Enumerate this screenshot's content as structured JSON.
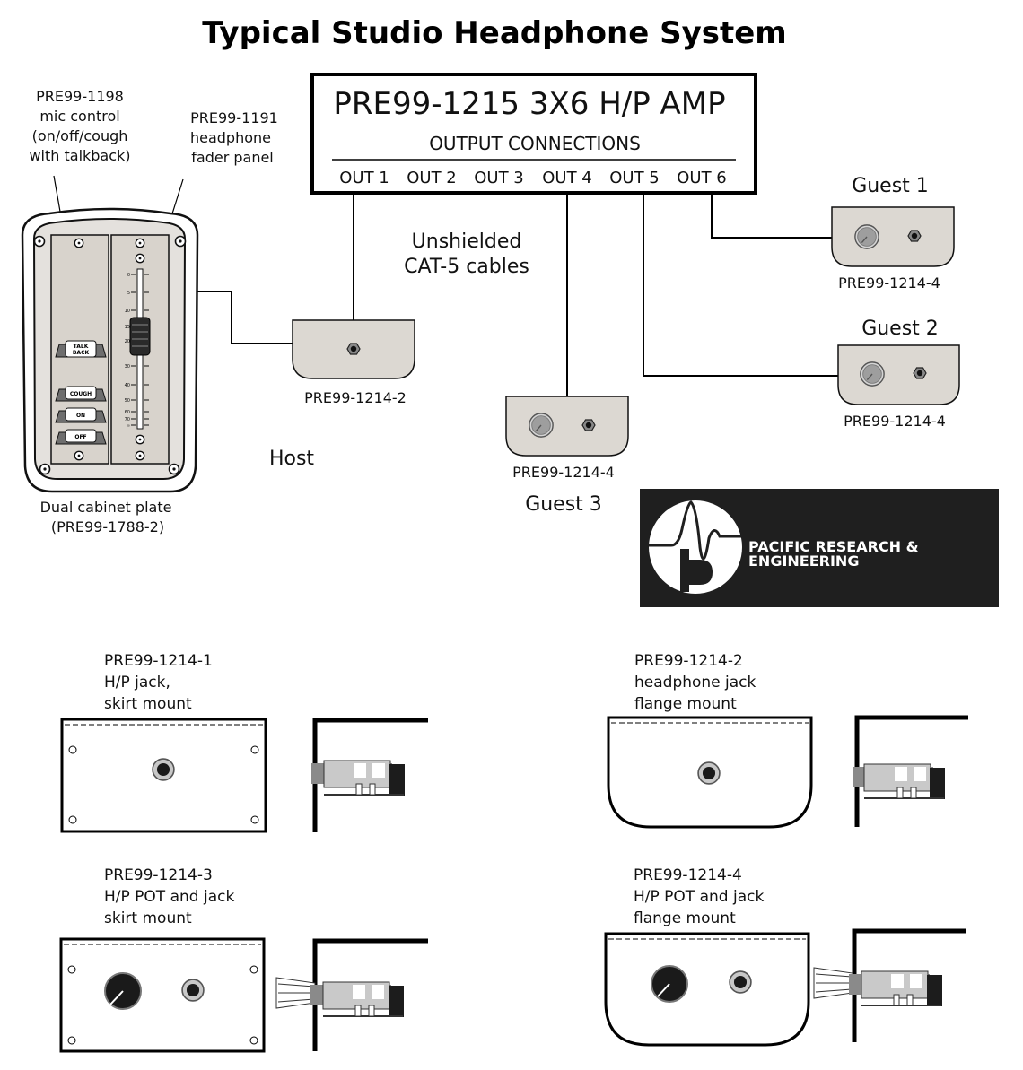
{
  "title": "Typical Studio Headphone System",
  "amp": {
    "model": "PRE99-1215 3X6 H/P AMP",
    "output_header": "OUTPUT CONNECTIONS",
    "outputs": [
      "OUT 1",
      "OUT 2",
      "OUT 3",
      "OUT 4",
      "OUT 5",
      "OUT 6"
    ]
  },
  "mic_control": {
    "part": "PRE99-1198",
    "l2": "mic control",
    "l3": "(on/off/cough",
    "l4": "with talkback)"
  },
  "fader_panel": {
    "part": "PRE99-1191",
    "l2": "headphone",
    "l3": "fader panel"
  },
  "cabinet": {
    "l1": "Dual cabinet plate",
    "l2": "(PRE99-1788-2)"
  },
  "panel_buttons": {
    "talk1": "TALK",
    "talk2": "BACK",
    "cough": "COUGH",
    "on": "ON",
    "off": "OFF"
  },
  "fader_scale": [
    "0",
    "5",
    "10",
    "15",
    "20",
    "30",
    "40",
    "50",
    "60",
    "70",
    "∞"
  ],
  "cables": {
    "l1": "Unshielded",
    "l2": "CAT-5 cables"
  },
  "stations": {
    "host": {
      "label": "Host",
      "part": "PRE99-1214-2"
    },
    "guest1": {
      "label": "Guest 1",
      "part": "PRE99-1214-4"
    },
    "guest2": {
      "label": "Guest 2",
      "part": "PRE99-1214-4"
    },
    "guest3": {
      "label": "Guest 3",
      "part": "PRE99-1214-4"
    }
  },
  "logo": {
    "l1": "PACIFIC RESEARCH &",
    "l2": "ENGINEERING"
  },
  "details": {
    "d1": {
      "part": "PRE99-1214-1",
      "l2": "H/P jack,",
      "l3": "skirt mount"
    },
    "d2": {
      "part": "PRE99-1214-2",
      "l2": "headphone jack",
      "l3": "flange mount"
    },
    "d3": {
      "part": "PRE99-1214-3",
      "l2": "H/P POT and jack",
      "l3": "skirt mount"
    },
    "d4": {
      "part": "PRE99-1214-4",
      "l2": "H/P POT and jack",
      "l3": "flange mount"
    }
  },
  "colors": {
    "plate": "#dcd8d2",
    "logo_bg": "#1f1f1f",
    "knob_face": "#b8b8b8"
  }
}
